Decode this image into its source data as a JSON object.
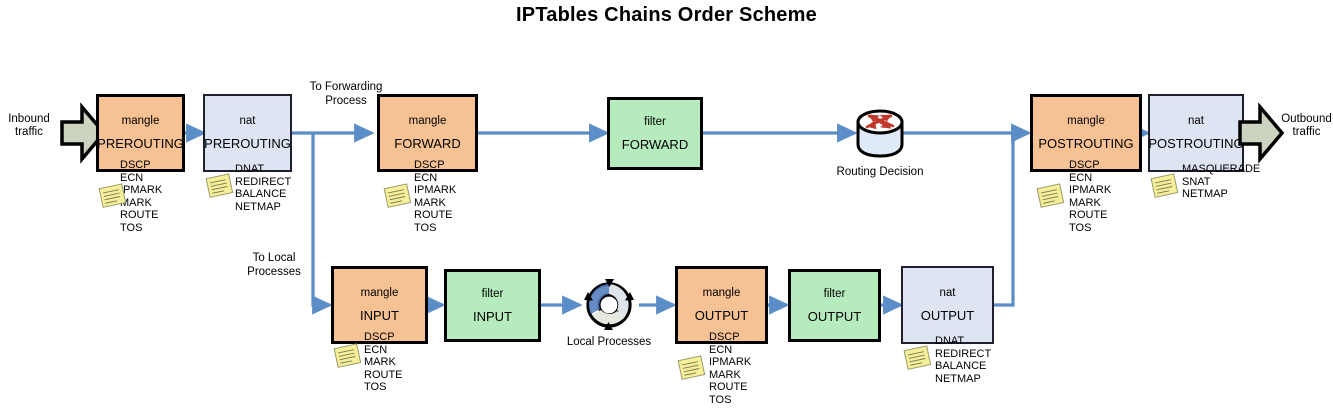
{
  "title": "IPTables Chains Order Scheme",
  "colors": {
    "mangle": "#f7c293",
    "filter": "#b6ecbd",
    "nat": "#dde4f2",
    "wire": "#5b8dc8",
    "block_arrow": "#ccd3c0",
    "note": "#f5ef9a",
    "router_arrow": "#c0392b"
  },
  "edges": {
    "inbound_line1": "Inbound",
    "inbound_line2": "traffic",
    "outbound_line1": "Outbound",
    "outbound_line2": "traffic"
  },
  "branches": {
    "forwarding_line1": "To Forwarding",
    "forwarding_line2": "Process",
    "local_line1": "To Local",
    "local_line2": "Processes"
  },
  "icons": {
    "routing_decision_caption": "Routing Decision",
    "local_processes_caption": "Local Processes",
    "routing_decision_name": "router-icon",
    "local_processes_name": "process-cycle-icon",
    "note_name": "sticky-note-icon",
    "inbound_arrow_name": "inbound-block-arrow-icon",
    "outbound_arrow_name": "outbound-block-arrow-icon"
  },
  "boxes": {
    "mangle_prerouting": {
      "table": "mangle",
      "chain": "PREROUTING"
    },
    "nat_prerouting": {
      "table": "nat",
      "chain": "PREROUTING"
    },
    "mangle_forward": {
      "table": "mangle",
      "chain": "FORWARD"
    },
    "filter_forward": {
      "table": "filter",
      "chain": "FORWARD"
    },
    "mangle_postrouting": {
      "table": "mangle",
      "chain": "POSTROUTING"
    },
    "nat_postrouting": {
      "table": "nat",
      "chain": "POSTROUTING"
    },
    "mangle_input": {
      "table": "mangle",
      "chain": "INPUT"
    },
    "filter_input": {
      "table": "filter",
      "chain": "INPUT"
    },
    "mangle_output": {
      "table": "mangle",
      "chain": "OUTPUT"
    },
    "filter_output": {
      "table": "filter",
      "chain": "OUTPUT"
    },
    "nat_output": {
      "table": "nat",
      "chain": "OUTPUT"
    }
  },
  "targets": {
    "mangle_prerouting": "DSCP\nECN\nIPMARK\nMARK\nROUTE\nTOS",
    "nat_prerouting": "DNAT\nREDIRECT\nBALANCE\nNETMAP",
    "mangle_forward": "DSCP\nECN\nIPMARK\nMARK\nROUTE\nTOS",
    "mangle_postrouting": "DSCP\nECN\nIPMARK\nMARK\nROUTE\nTOS",
    "nat_postrouting": "MASQUERADE\nSNAT\nNETMAP",
    "mangle_input": "DSCP\nECN\nMARK\nROUTE\nTOS",
    "mangle_output": "DSCP\nECN\nIPMARK\nMARK\nROUTE\nTOS",
    "nat_output": "DNAT\nREDIRECT\nBALANCE\nNETMAP"
  }
}
